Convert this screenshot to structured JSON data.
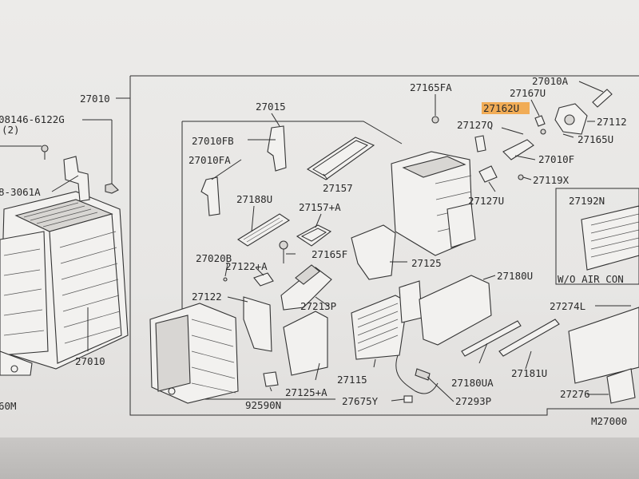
{
  "labels": {
    "l27010_top": "27010",
    "l08146": "08146-6122G",
    "l2": "(2)",
    "l3061": "8-3061A",
    "l27010_left": "27010",
    "l60m": "60M",
    "l27015": "27015",
    "l27010fb": "27010FB",
    "l27010fa": "27010FA",
    "l27157": "27157",
    "l27188u": "27188U",
    "l27157a": "27157+A",
    "l27020b": "27020B",
    "l27122a": "27122+A",
    "l27165f": "27165F",
    "l27122": "27122",
    "l27213p": "27213P",
    "l27125": "27125",
    "l27125a": "27125+A",
    "l92590n": "92590N",
    "l27115": "27115",
    "l27675y": "27675Y",
    "l27293p": "27293P",
    "l27165fa": "27165FA",
    "l27010a": "27010A",
    "l27167u": "27167U",
    "l27162u": "27162U",
    "l27127q": "27127Q",
    "l27112": "27112",
    "l27165u": "27165U",
    "l27010f": "27010F",
    "l27119x": "27119X",
    "l27127u": "27127U",
    "l27192n": "27192N",
    "l_woaircon": "W/O AIR CON",
    "l27180u": "27180U",
    "l27274l": "27274L",
    "l27180ua": "27180UA",
    "l27181u": "27181U",
    "l27276": "27276",
    "l_diagramid": "M27000"
  },
  "colors": {
    "highlight": "#f0a040",
    "screen_bg": "#ebeae8",
    "line": "#2f2f2f"
  }
}
